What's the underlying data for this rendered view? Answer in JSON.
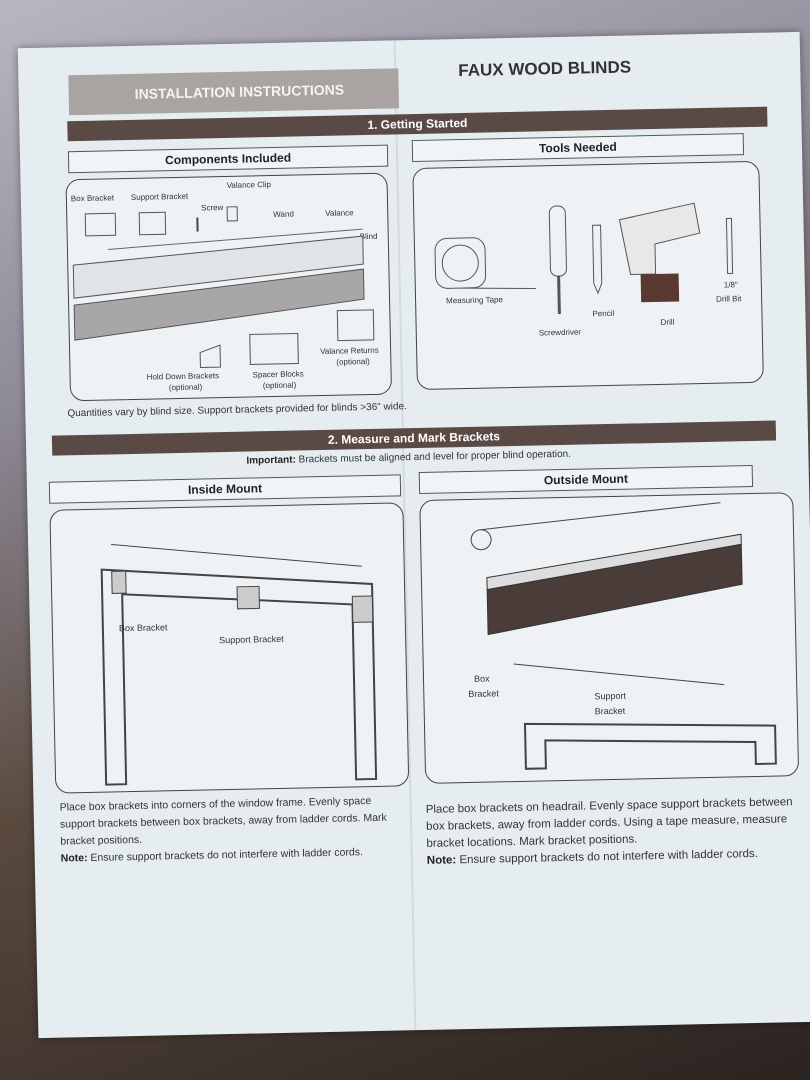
{
  "header": {
    "left_title": "INSTALLATION INSTRUCTIONS",
    "right_title": "FAUX WOOD BLINDS"
  },
  "section1": {
    "title": "1. Getting Started",
    "components": {
      "heading": "Components Included",
      "labels": [
        "Box Bracket",
        "Support Bracket",
        "Screw",
        "Valance Clip",
        "Wand",
        "Valance",
        "Blind",
        "Hold Down Brackets",
        "(optional)",
        "Spacer Blocks",
        "(optional)",
        "Valance Returns",
        "(optional)"
      ],
      "note": "Quantities vary by blind size. Support brackets provided for blinds >36\" wide."
    },
    "tools": {
      "heading": "Tools Needed",
      "labels": [
        "Measuring Tape",
        "Screwdriver",
        "Pencil",
        "Drill",
        "1/8\"",
        "Drill Bit"
      ]
    }
  },
  "section2": {
    "title": "2. Measure and Mark Brackets",
    "important_label": "Important:",
    "important_text": " Brackets must be aligned and level for proper blind operation.",
    "inside": {
      "heading": "Inside Mount",
      "labels": [
        "Box Bracket",
        "Support Bracket"
      ],
      "text": "Place box brackets into corners of the window frame. Evenly space support brackets between box brackets, away from ladder cords. Mark bracket positions.",
      "note_label": "Note:",
      "note_text": " Ensure support brackets do not interfere with ladder cords."
    },
    "outside": {
      "heading": "Outside Mount",
      "labels": [
        "Box",
        "Bracket",
        "Support",
        "Bracket"
      ],
      "text": "Place box brackets on headrail. Evenly space support brackets between box brackets, away from ladder cords. Using a tape measure, measure bracket locations. Mark bracket positions.",
      "note_label": "Note:",
      "note_text": " Ensure support brackets do not interfere with ladder cords."
    }
  }
}
